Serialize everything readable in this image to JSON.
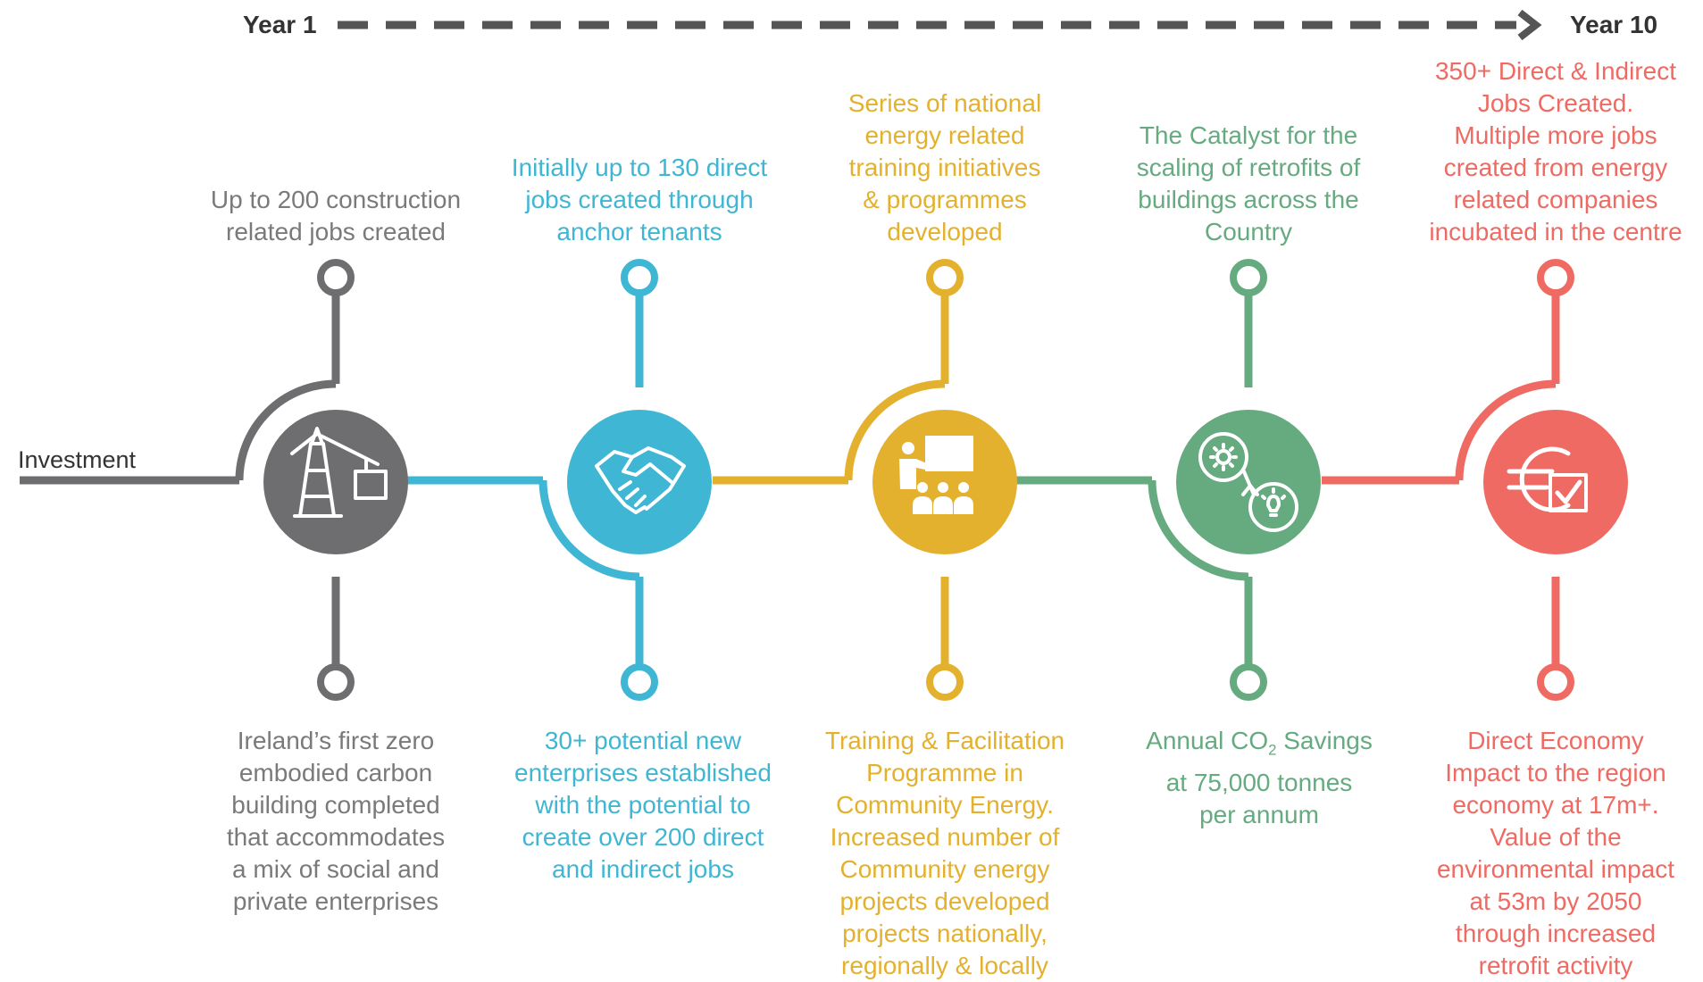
{
  "timeline": {
    "start_label": "Year 1",
    "end_label": "Year 10",
    "input_label": "Investment"
  },
  "colors": {
    "gray": "#6e6e70",
    "blue": "#3fb6d3",
    "yellow": "#e4b12e",
    "green": "#66aa80",
    "red": "#ee6a62",
    "arrow": "#555555"
  },
  "stages": [
    {
      "icon": "crane-icon",
      "color": "gray",
      "top_text": "Up to 200 construction\nrelated jobs created",
      "bottom_text": "Ireland’s first zero\nembodied carbon\nbuilding completed\nthat accommodates\na mix of social and\nprivate enterprises"
    },
    {
      "icon": "handshake-icon",
      "color": "blue",
      "top_text": "Initially up to 130 direct\njobs created through\nanchor tenants",
      "bottom_text": "30+ potential new\nenterprises established\nwith the potential to\ncreate over 200 direct\nand indirect jobs"
    },
    {
      "icon": "presentation-icon",
      "color": "yellow",
      "top_text": "Series of national\nenergy related\ntraining initiatives\n& programmes\ndeveloped",
      "bottom_text": "Training & Facilitation\nProgramme in\nCommunity Energy.\nIncreased number of\nCommunity energy\nprojects developed\nprojects nationally,\nregionally & locally"
    },
    {
      "icon": "energy-cycle-icon",
      "color": "green",
      "top_text": "The Catalyst for the\nscaling of retrofits of\nbuildings across the\nCountry",
      "bottom_text_pre": "Annual CO",
      "bottom_text_sub": "2",
      "bottom_text_post": " Savings\nat 75,000 tonnes\nper annum"
    },
    {
      "icon": "euro-check-icon",
      "color": "red",
      "top_text": "350+ Direct & Indirect\nJobs Created.\nMultiple more jobs\ncreated from energy\nrelated companies\nincubated in the centre",
      "bottom_text": "Direct Economy\nImpact to the region\neconomy at 17m+.\nValue of the\nenvironmental impact\nat 53m by 2050\nthrough increased\nretrofit activity"
    }
  ]
}
